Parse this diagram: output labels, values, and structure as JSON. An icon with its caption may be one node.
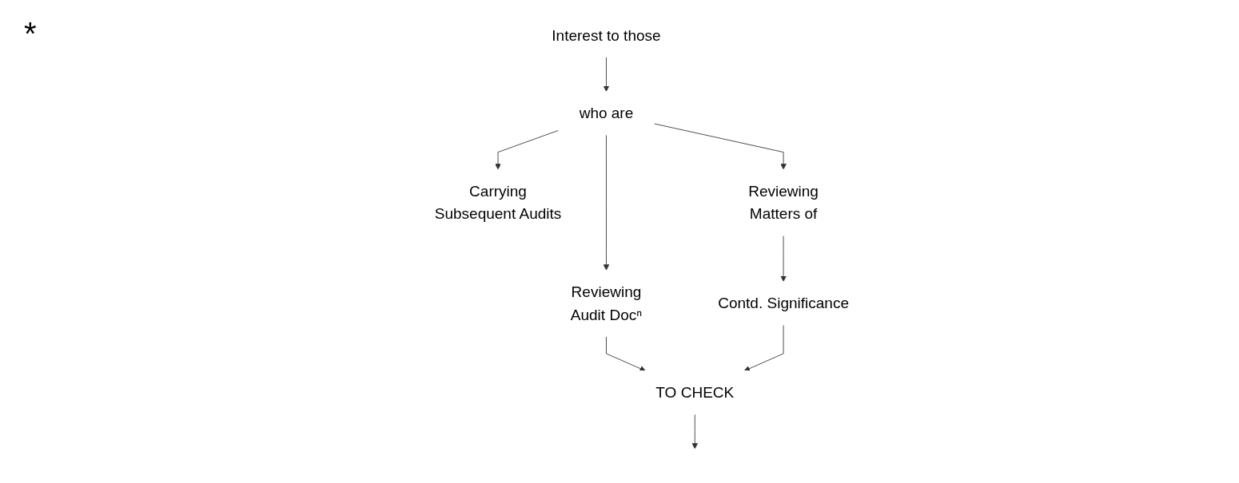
{
  "diagram": {
    "nodes": [
      {
        "text": [
          "Interest to those"
        ]
      },
      {
        "text": [
          "who are"
        ]
      },
      {
        "text": [
          "Reviewing",
          "Audit Docⁿ"
        ]
      },
      {
        "text": [
          "Carrying",
          "Subsequent Audits"
        ]
      },
      {
        "text": [
          "Reviewing",
          "Matters of"
        ]
      },
      {
        "text": [
          "Contd. Significance"
        ]
      },
      {
        "text": [
          "TO CHECK"
        ]
      }
    ],
    "edges": [
      {
        "from": 0,
        "to": 1,
        "arrow": "to"
      },
      {
        "from": 1,
        "to": 2,
        "arrow": "to"
      },
      {
        "from": 1,
        "to": 3,
        "arrow": "to"
      },
      {
        "from": 1,
        "to": 4,
        "arrow": "to"
      },
      {
        "from": 4,
        "to": 5,
        "arrow": "to"
      },
      {
        "from": 2,
        "to": 6,
        "arrow": "to"
      },
      {
        "from": 5,
        "to": 6,
        "arrow": "to"
      },
      {
        "from": 6,
        "to": null,
        "arrow": "to"
      }
    ],
    "labels": [
      "*"
    ]
  }
}
